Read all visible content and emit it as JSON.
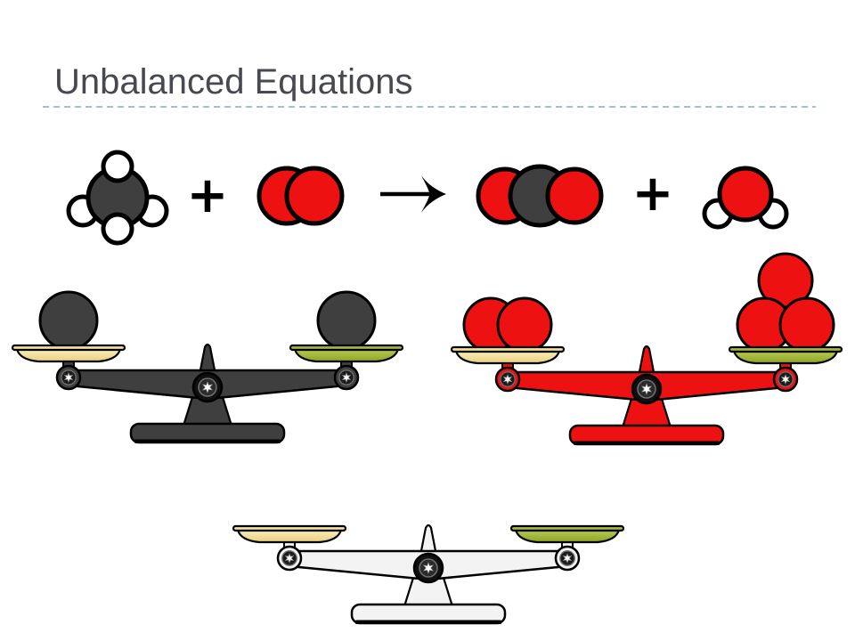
{
  "slide_title": {
    "text": "Unbalanced Equations",
    "color": "#474850"
  },
  "divider": {
    "color": "#A9BFD7"
  },
  "equation": {
    "plus_left": "+",
    "plus_right": "+",
    "arrow_icon": "right-arrow",
    "outline_color": "#000000",
    "molecules": [
      {
        "id": "methane",
        "role": "reactant",
        "big_atom_count": 1,
        "big_atom_color": "#3F3F3F",
        "small_atom_count": 4,
        "small_atom_color": "#FFFFFF"
      },
      {
        "id": "oxygen-gas",
        "role": "reactant",
        "big_atom_count": 2,
        "big_atom_color": "#EE1111",
        "small_atom_count": 0,
        "small_atom_color": null
      },
      {
        "id": "carbon-dioxide",
        "role": "product",
        "big_atom_count": 3,
        "big_atom_colors": [
          "#EE1111",
          "#3F3F3F",
          "#EE1111"
        ],
        "small_atom_count": 0,
        "small_atom_color": null
      },
      {
        "id": "water",
        "role": "product",
        "big_atom_count": 1,
        "big_atom_color": "#EE1111",
        "small_atom_count": 2,
        "small_atom_color": "#FFFFFF"
      }
    ]
  },
  "balances": [
    {
      "id": "dark-balance",
      "body_color": "#3F3F3F",
      "left_pan_balls": 1,
      "right_pan_balls": 1,
      "ball_color": "#3F3F3F",
      "ball_radius": 32,
      "beam": "level"
    },
    {
      "id": "red-balance",
      "body_color": "#EE1111",
      "left_pan_balls": 2,
      "right_pan_balls": 3,
      "ball_color": "#EE1111",
      "ball_radius": 30,
      "beam": "level"
    },
    {
      "id": "white-balance",
      "body_color": "#F3F3F3",
      "left_pan_balls": 0,
      "right_pan_balls": 0,
      "ball_color": null,
      "ball_radius": 0,
      "beam": "level"
    }
  ],
  "pan_colors": {
    "left_pan_top": "#FAEFC0",
    "left_pan_bottom": "#EACE7C",
    "right_pan_top": "#B6CB50",
    "right_pan_bottom": "#8FA426"
  },
  "screw_colors": {
    "inner": "#1C1C1C",
    "ring_highlight": "#6E6E6E",
    "star": "#FFFFFF"
  }
}
